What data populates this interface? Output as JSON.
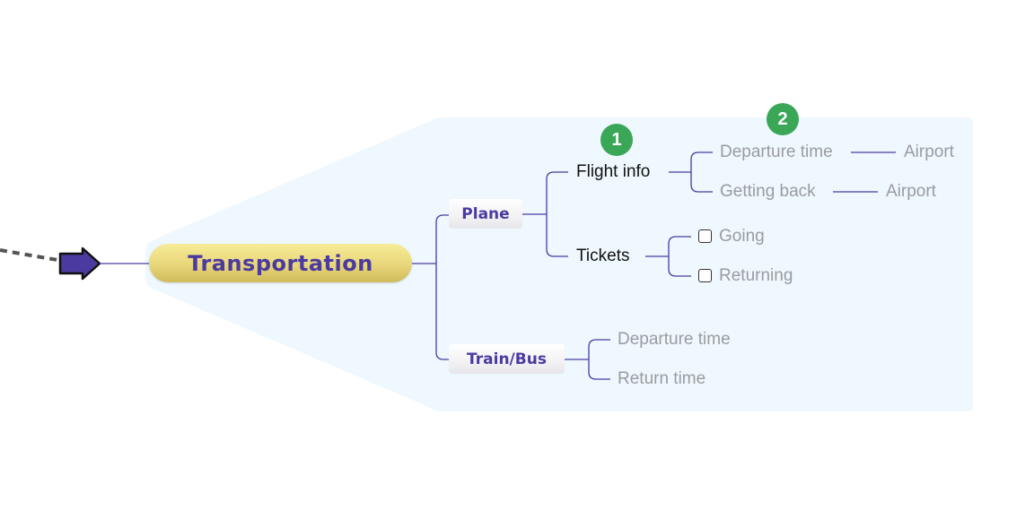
{
  "mindmap": {
    "root": {
      "label": "Transportation",
      "text_color": "#4b3aa0",
      "fill_color": "#ecdc80"
    },
    "connector_color": "#4b3aa0",
    "region_color": "#eef8fe",
    "arrow_color": "#4b3aa0",
    "branches": [
      {
        "label": "Plane",
        "children": [
          {
            "label": "Flight info",
            "marker": "1",
            "children": [
              {
                "label": "Departure time",
                "marker": "2",
                "children": [
                  {
                    "label": "Airport"
                  }
                ]
              },
              {
                "label": "Getting back",
                "children": [
                  {
                    "label": "Airport"
                  }
                ]
              }
            ]
          },
          {
            "label": "Tickets",
            "children": [
              {
                "label": "Going",
                "checkbox": false
              },
              {
                "label": "Returning",
                "checkbox": false
              }
            ]
          }
        ]
      },
      {
        "label": "Train/Bus",
        "children": [
          {
            "label": "Departure time"
          },
          {
            "label": "Return time"
          }
        ]
      }
    ],
    "badge_color": "#3aa757"
  }
}
